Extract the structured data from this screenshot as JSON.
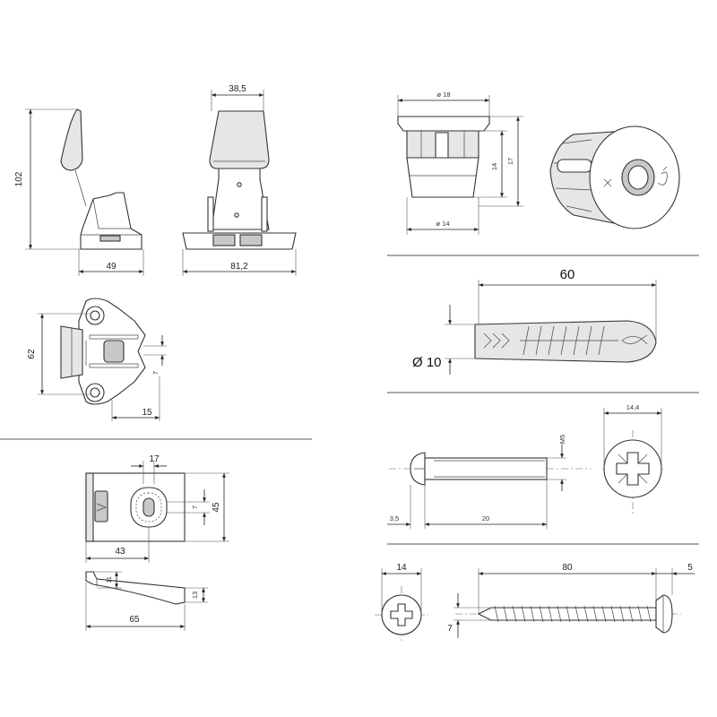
{
  "dimensions": {
    "leg_height": "102",
    "leg_base_width": "49",
    "leg_top_width": "38,5",
    "leg_full_width": "81,2",
    "bracket_height": "62",
    "bracket_slot": "7",
    "bracket_offset": "15",
    "plate_slot_width": "17",
    "plate_height": "45",
    "plate_slot_height": "7",
    "plate_offset": "43",
    "wedge_thick": "11",
    "wedge_end": "13",
    "wedge_length": "65",
    "cap_outer_dia": "ø 18",
    "cap_inner_dia": "ø 14",
    "cap_body_height": "14",
    "cap_total_height": "17",
    "dowel_length": "60",
    "dowel_dia": "Ø 10",
    "bolt_thread": "M5",
    "bolt_head_dia": "14,4",
    "bolt_head_len": "3,5",
    "bolt_length": "20",
    "screw_head_dia": "14",
    "screw_length": "80",
    "screw_head_len": "5",
    "screw_dia": "7"
  },
  "colors": {
    "line": "#333333",
    "fill_light": "#e6e6e6",
    "fill_dark": "#c8c8c8"
  }
}
